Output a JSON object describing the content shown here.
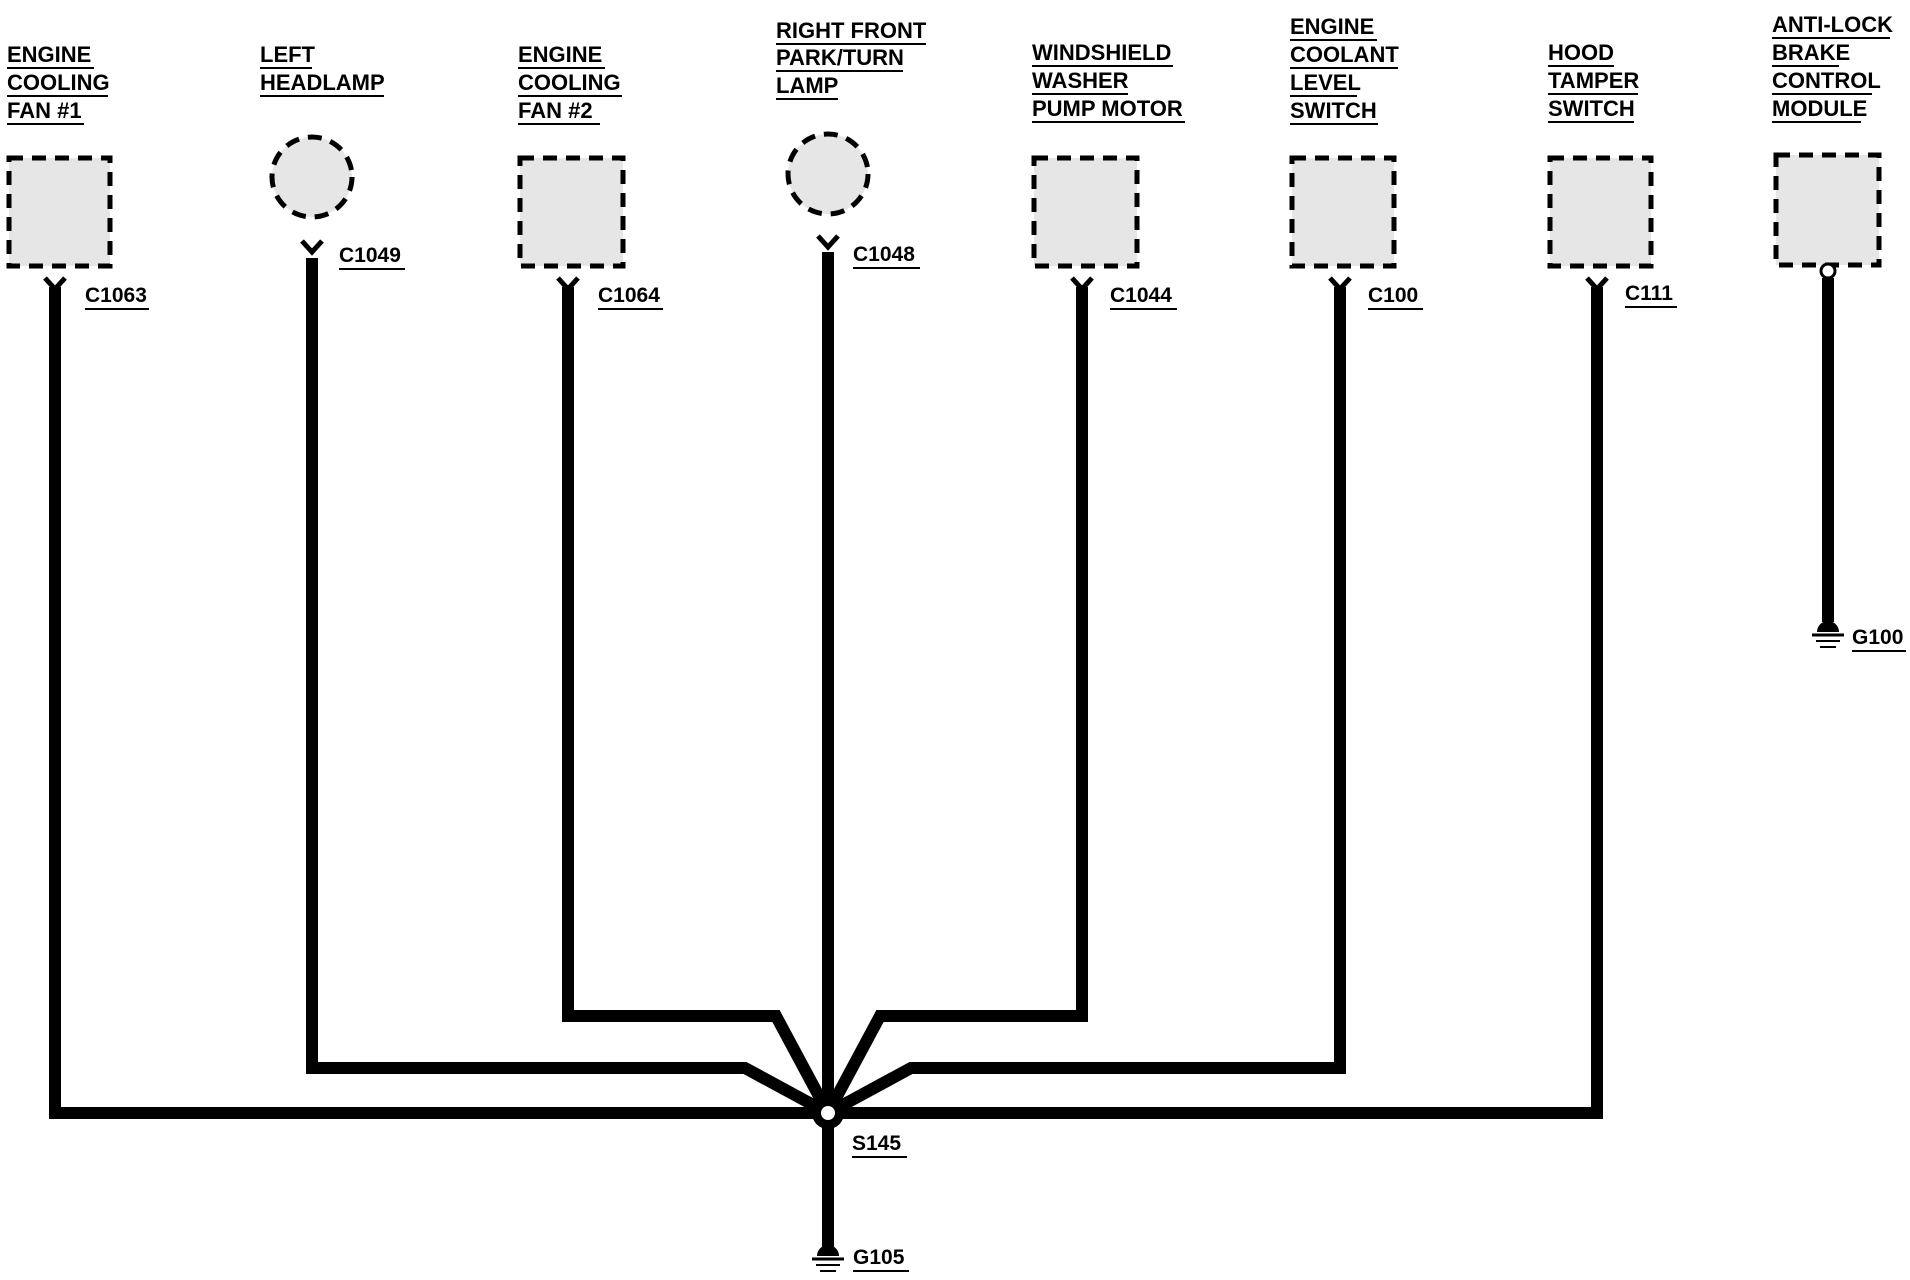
{
  "components": [
    {
      "id": "engine-cooling-fan-1",
      "label_lines": [
        "ENGINE",
        "COOLING",
        "FAN #1"
      ],
      "connector": "C1063",
      "shape": "box"
    },
    {
      "id": "left-headlamp",
      "label_lines": [
        "LEFT",
        "HEADLAMP"
      ],
      "connector": "C1049",
      "shape": "circle"
    },
    {
      "id": "engine-cooling-fan-2",
      "label_lines": [
        "ENGINE",
        "COOLING",
        "FAN #2"
      ],
      "connector": "C1064",
      "shape": "box"
    },
    {
      "id": "right-front-park-turn-lamp",
      "label_lines": [
        "RIGHT FRONT",
        "PARK/TURN",
        "LAMP"
      ],
      "connector": "C1048",
      "shape": "circle"
    },
    {
      "id": "windshield-washer-pump-motor",
      "label_lines": [
        "WINDSHIELD",
        "WASHER",
        "PUMP MOTOR"
      ],
      "connector": "C1044",
      "shape": "box"
    },
    {
      "id": "engine-coolant-level-switch",
      "label_lines": [
        "ENGINE",
        "COOLANT",
        "LEVEL",
        "SWITCH"
      ],
      "connector": "C100",
      "shape": "box"
    },
    {
      "id": "hood-tamper-switch",
      "label_lines": [
        "HOOD",
        "TAMPER",
        "SWITCH"
      ],
      "connector": "C111",
      "shape": "box"
    },
    {
      "id": "anti-lock-brake-control-module",
      "label_lines": [
        "ANTI-LOCK",
        "BRAKE",
        "CONTROL",
        "MODULE"
      ],
      "connector": null,
      "shape": "box"
    }
  ],
  "splice": "S145",
  "grounds": {
    "main": "G105",
    "abs": "G100"
  },
  "colors": {
    "line": "#000000",
    "component_fill": "#e6e6e6",
    "background": "#ffffff"
  }
}
